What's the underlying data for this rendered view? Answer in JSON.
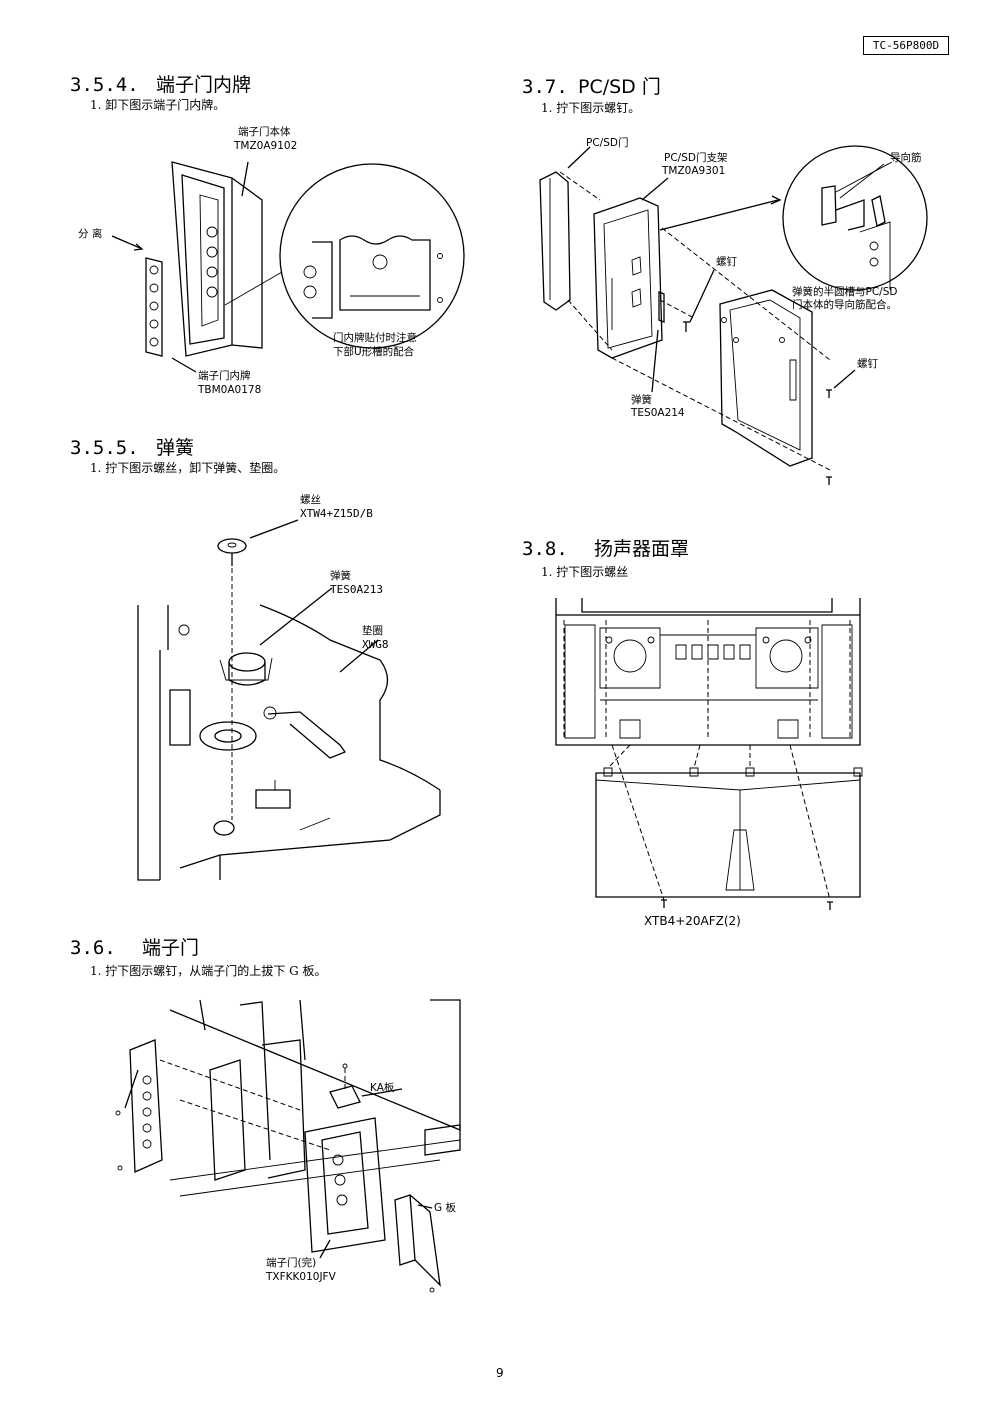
{
  "header": {
    "model": "TC-56P800D"
  },
  "s354": {
    "num": "3.5.4.",
    "title": "端子门内牌",
    "step": "1. 卸下图示端子门内牌。",
    "body_label": "端子门本体",
    "body_code": "TMZ0A9102",
    "separate": "分  离",
    "plate_label": "端子门内牌",
    "plate_code": "TBM0A0178",
    "note_line1": "门内牌贴付时注意",
    "note_line2": "下部U形槽的配合"
  },
  "s355": {
    "num": "3.5.5.",
    "title": "弹簧",
    "step": "1. 拧下图示螺丝，卸下弹簧、垫圈。",
    "screw_label": "螺丝",
    "screw_code": "XTW4+Z15D/B",
    "spring_label": "弹簧",
    "spring_code": "TES0A213",
    "washer_label": "垫圈",
    "washer_code": "XWG8"
  },
  "s36": {
    "num": "3.6.",
    "title": "端子门",
    "step": "1. 拧下图示螺钉，从端子门的上拔下 G 板。",
    "ka_board": "KA板",
    "g_board": "G 板",
    "door_label": "端子门(完)",
    "door_code": "TXFKK010JFV"
  },
  "s37": {
    "num": "3.7.",
    "title": "PC/SD 门",
    "step": "1. 拧下图示螺钉。",
    "door_label": "PC/SD门",
    "bracket_label": "PC/SD门支架",
    "bracket_code": "TMZ0A9301",
    "guide_rib": "导向筋",
    "screw1": "螺钉",
    "spring_note_line1": "弹簧的半圆槽与PC/SD",
    "spring_note_line2": "门本体的导向筋配合。",
    "screw2": "螺钉",
    "spring_label": "弹簧",
    "spring_code": "TES0A214"
  },
  "s38": {
    "num": "3.8.",
    "title": "扬声器面罩",
    "step": "1. 拧下图示螺丝",
    "screw_code": "XTB4+20AFZ(2)"
  },
  "footer": {
    "page": "9"
  }
}
